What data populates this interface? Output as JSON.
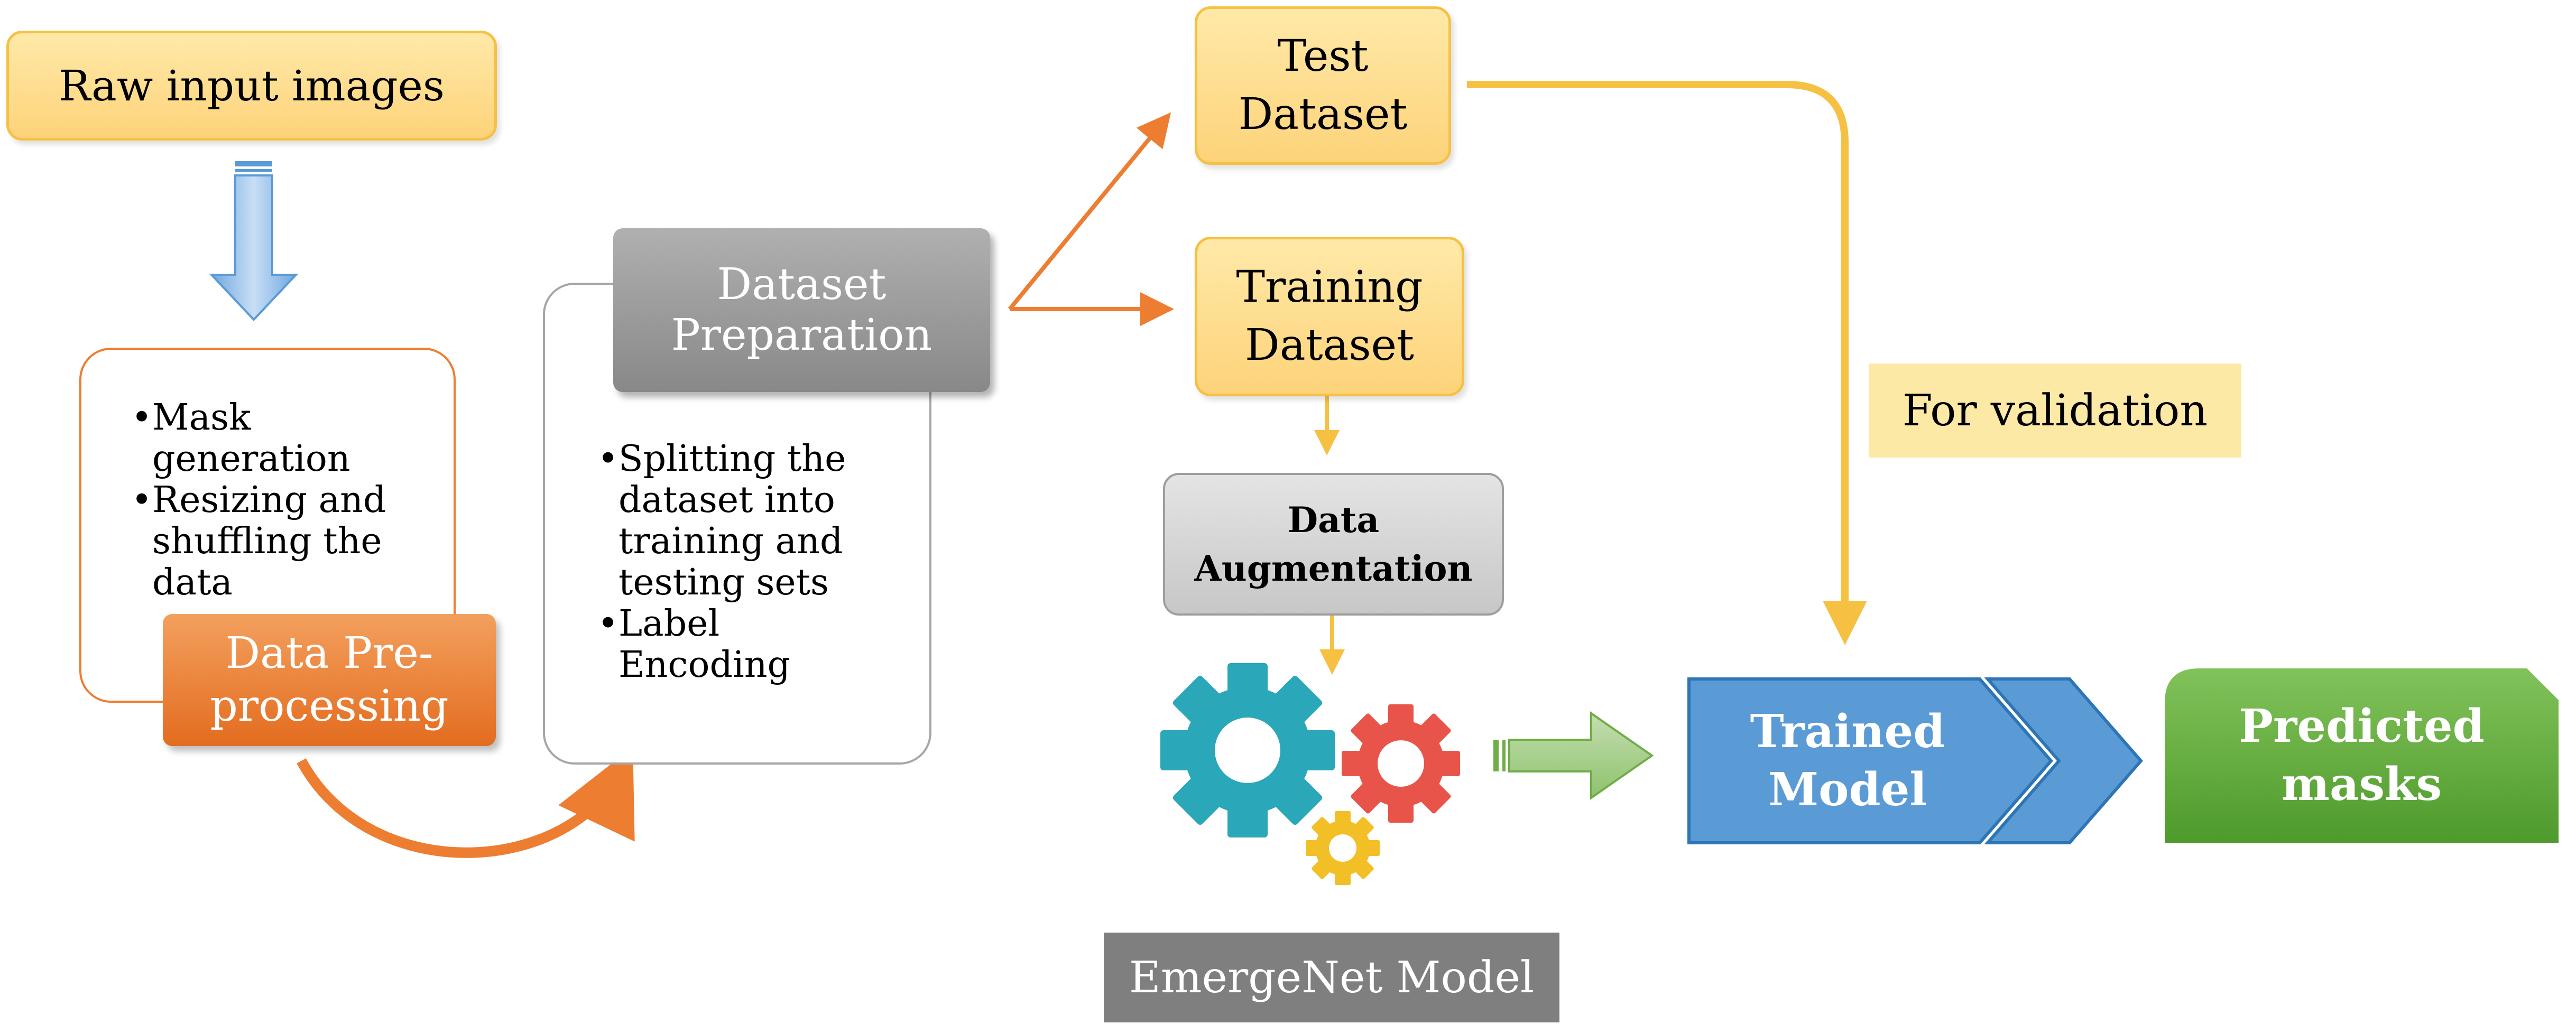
{
  "nodes": {
    "raw_input": "Raw input images",
    "preprocessing_steps": [
      "Mask generation",
      "Resizing and shuffling the data"
    ],
    "preprocessing_title": "Data Pre-processing",
    "dataset_preparation_title": "Dataset Preparation",
    "dataset_steps": [
      "Splitting the dataset into training and testing sets",
      "Label Encoding"
    ],
    "test_dataset": "Test Dataset",
    "training_dataset": "Training Dataset",
    "data_augmentation": "Data Augmentation",
    "validation_label": "For validation",
    "trained_model": "Trained Model",
    "predicted_masks": "Predicted masks",
    "model_caption": "EmergeNet Model"
  },
  "colors": {
    "orange": "#ed7d31",
    "yellow": "#f6c143",
    "blue": "#5b9bd5",
    "green": "#70ad47",
    "grey": "#808080"
  },
  "icons": [
    "down-arrow-icon",
    "gears-icon",
    "right-arrow-icon",
    "chevron-icon"
  ]
}
